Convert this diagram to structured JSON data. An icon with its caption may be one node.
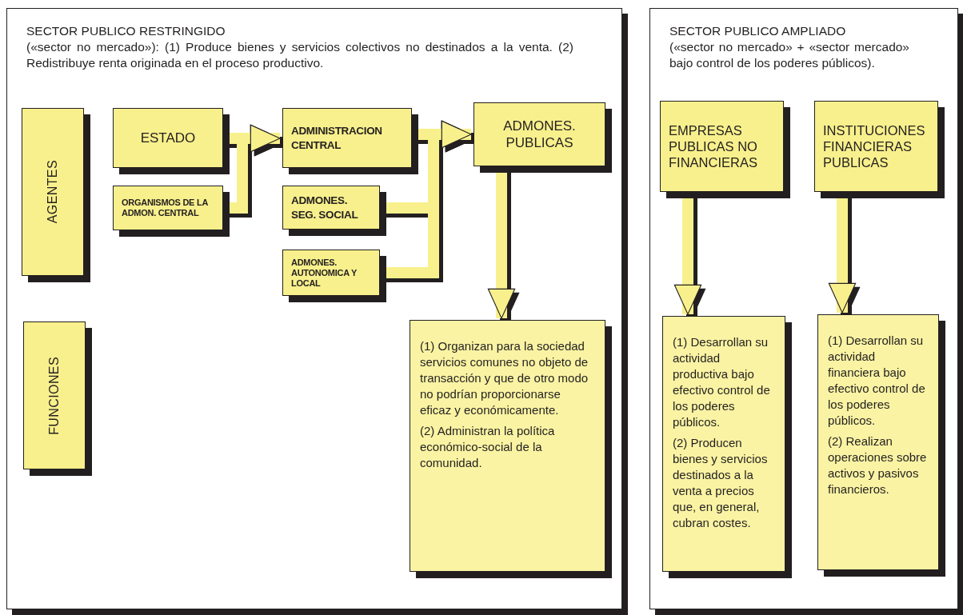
{
  "diagram": {
    "nodes": [
      {
        "text": [
          "SECTOR PUBLICO RESTRINGIDO",
          "(«sector no mercado»): (1) Produce bienes y servicios colectivos no destinados a la venta. (2) Redistribuye renta originada en el proceso productivo."
        ]
      },
      {
        "text": [
          "AGENTES"
        ],
        "in": 0
      },
      {
        "text": [
          "FUNCIONES"
        ],
        "in": 0
      },
      {
        "text": [
          "ESTADO"
        ],
        "in": 0
      },
      {
        "text": [
          "ORGANISMOS DE LA ADMON. CENTRAL"
        ],
        "in": 0
      },
      {
        "text": [
          "ADMINISTRACION CENTRAL"
        ],
        "in": 0
      },
      {
        "text": [
          "ADMONES. SEG. SOCIAL"
        ],
        "in": 0
      },
      {
        "text": [
          "ADMONES. AUTONOMICA Y LOCAL"
        ],
        "in": 0
      },
      {
        "text": [
          "ADMONES. PUBLICAS"
        ],
        "in": 0
      },
      {
        "text": [
          "(1) Organizan para la sociedad servicios comunes no objeto de transacción y que de otro modo no podrían proporcionarse eficaz y económicamente.",
          "(2) Administran la política económico-social de la comunidad."
        ],
        "in": 0
      },
      {
        "text": [
          "SECTOR PUBLICO AMPLIADO",
          "(«sector no mercado» + «sector mercado» bajo control de los poderes públicos)."
        ]
      },
      {
        "text": [
          "EMPRESAS PUBLICAS NO FINANCIERAS"
        ],
        "in": 10
      },
      {
        "text": [
          "INSTITUCIONES FINANCIERAS PUBLICAS"
        ],
        "in": 10
      },
      {
        "text": [
          "(1) Desarrollan su actividad productiva bajo efectivo control de los poderes públicos.",
          "(2) Producen bienes y servicios destinados a la venta a precios que, en general, cubran costes."
        ],
        "in": 10
      },
      {
        "text": [
          "(1) Desarrollan su actividad financiera bajo efectivo control de los poderes públicos.",
          "(2) Realizan operaciones sobre activos y pasivos financieros."
        ],
        "in": 10
      }
    ],
    "edges": [
      {
        "from": 3,
        "to": 5,
        "arrow": "to"
      },
      {
        "from": 4,
        "to": 5,
        "arrow": "to"
      },
      {
        "from": 5,
        "to": 8,
        "arrow": "to"
      },
      {
        "from": 6,
        "to": 8,
        "arrow": "to"
      },
      {
        "from": 7,
        "to": 8,
        "arrow": "to"
      },
      {
        "from": 8,
        "to": 9,
        "arrow": "to"
      },
      {
        "from": 11,
        "to": 13,
        "arrow": "to"
      },
      {
        "from": 12,
        "to": 14,
        "arrow": "to"
      }
    ]
  }
}
